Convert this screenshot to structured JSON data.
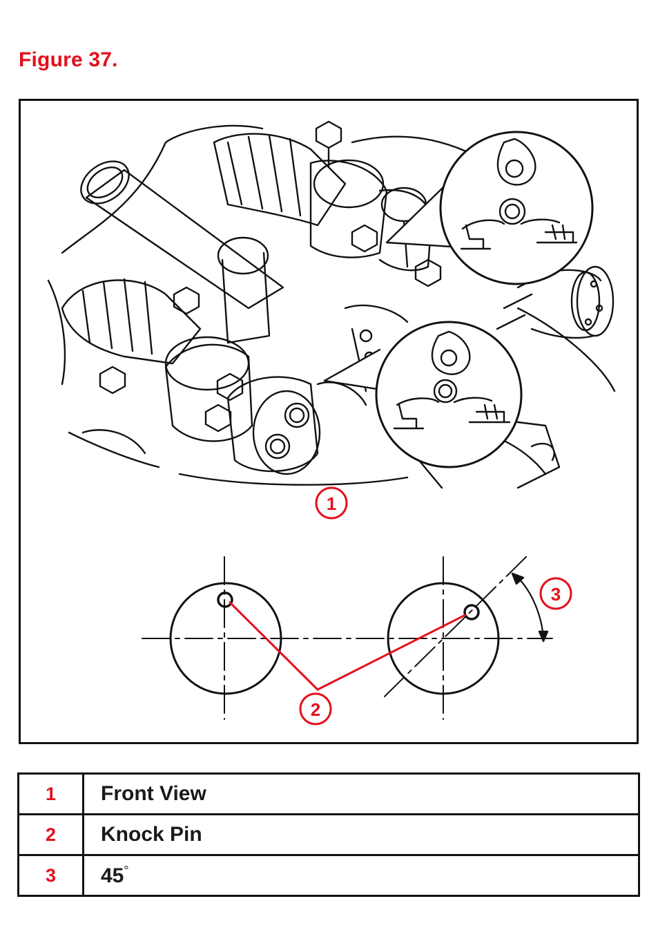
{
  "figure": {
    "title": "Figure 37.",
    "callouts": [
      {
        "id": "callout-1",
        "label": "1"
      },
      {
        "id": "callout-2",
        "label": "2"
      },
      {
        "id": "callout-3",
        "label": "3"
      }
    ]
  },
  "legend": {
    "rows": [
      {
        "number": "1",
        "description": "Front View"
      },
      {
        "number": "2",
        "description": "Knock Pin"
      },
      {
        "number": "3",
        "description": "45",
        "suffix": "°"
      }
    ]
  },
  "colors": {
    "accent": "#e3101c",
    "line": "#111111"
  }
}
